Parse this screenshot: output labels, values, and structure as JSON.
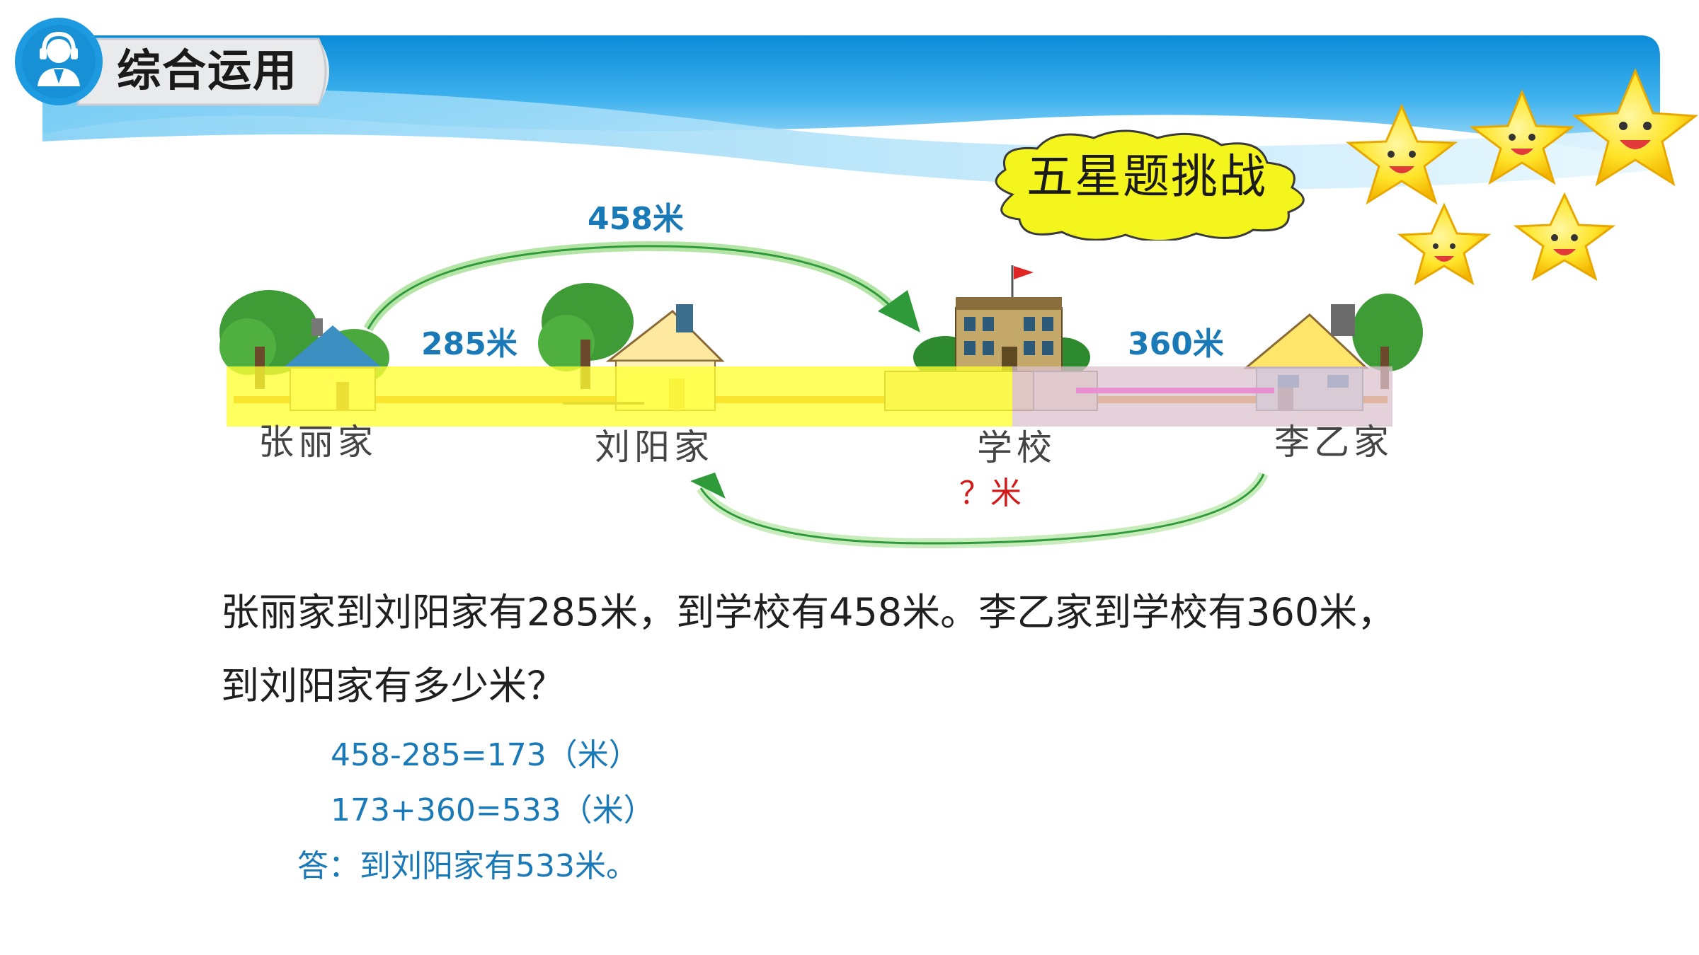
{
  "header": {
    "title": "综合运用",
    "icon": "teacher-headset-icon",
    "accent": "#1e9be0"
  },
  "challenge": {
    "label": "五星题挑战",
    "cloud_color": "#f5f51e",
    "star_count": 5
  },
  "diagram": {
    "places": [
      "张丽家",
      "刘阳家",
      "学校",
      "李乙家"
    ],
    "d_zhang_liu": "285米",
    "d_zhang_school": "458米",
    "d_li_school": "360米",
    "unknown": "？米",
    "highlight_yellow": "#ffff33",
    "highlight_pink": "#e0c6cf"
  },
  "problem": {
    "line1": "张丽家到刘阳家有285米，到学校有458米。李乙家到学校有360米，",
    "line2": "到刘阳家有多少米？"
  },
  "solution": {
    "step1": "458-285=173（米）",
    "step2": "173+360=533（米）",
    "answer": "答：到刘阳家有533米。"
  }
}
